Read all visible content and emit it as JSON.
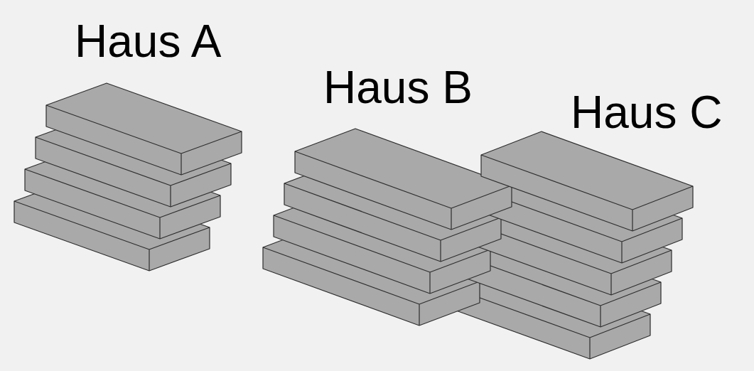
{
  "diagram": {
    "labels": [
      "Haus A",
      "Haus B",
      "Haus C"
    ]
  }
}
